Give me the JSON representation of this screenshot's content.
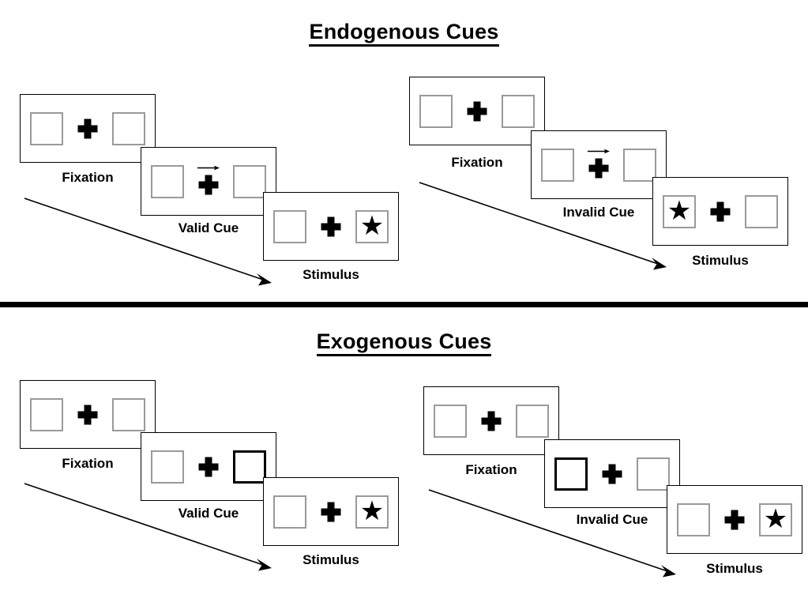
{
  "figure": {
    "title_endogenous": "Endogenous Cues",
    "title_exogenous": "Exogenous Cues"
  },
  "labels": {
    "fixation": "Fixation",
    "valid_cue": "Valid Cue",
    "invalid_cue": "Invalid Cue",
    "stimulus": "Stimulus"
  },
  "glyphs": {
    "star": "★",
    "plus": "plus-fixation-cross",
    "arrow": "rightward-arrow-cue",
    "flow": "time-flow-arrow"
  },
  "colors": {
    "ink": "#000000",
    "placeholder_box_border": "#9a9a9a",
    "cued_box_border": "#000000",
    "background": "#ffffff"
  },
  "sequences": [
    {
      "id": "endogenous-valid",
      "section": "Endogenous Cues",
      "cue_type": "endogenous",
      "validity": "valid",
      "frames": [
        {
          "name": "fixation",
          "label": "Fixation",
          "cue": "none",
          "arrow": false,
          "target": "none"
        },
        {
          "name": "valid-cue",
          "label": "Valid Cue",
          "cue": "arrow-right",
          "arrow": true,
          "target": "none"
        },
        {
          "name": "stimulus",
          "label": "Stimulus",
          "cue": "none",
          "arrow": false,
          "target": "right"
        }
      ]
    },
    {
      "id": "endogenous-invalid",
      "section": "Endogenous Cues",
      "cue_type": "endogenous",
      "validity": "invalid",
      "frames": [
        {
          "name": "fixation",
          "label": "Fixation",
          "cue": "none",
          "arrow": false,
          "target": "none"
        },
        {
          "name": "invalid-cue",
          "label": "Invalid Cue",
          "cue": "arrow-right",
          "arrow": true,
          "target": "none"
        },
        {
          "name": "stimulus",
          "label": "Stimulus",
          "cue": "none",
          "arrow": false,
          "target": "left"
        }
      ]
    },
    {
      "id": "exogenous-valid",
      "section": "Exogenous Cues",
      "cue_type": "exogenous",
      "validity": "valid",
      "frames": [
        {
          "name": "fixation",
          "label": "Fixation",
          "cue": "none",
          "arrow": false,
          "target": "none"
        },
        {
          "name": "valid-cue",
          "label": "Valid Cue",
          "cue": "box-right",
          "arrow": false,
          "target": "none"
        },
        {
          "name": "stimulus",
          "label": "Stimulus",
          "cue": "none",
          "arrow": false,
          "target": "right"
        }
      ]
    },
    {
      "id": "exogenous-invalid",
      "section": "Exogenous Cues",
      "cue_type": "exogenous",
      "validity": "invalid",
      "frames": [
        {
          "name": "fixation",
          "label": "Fixation",
          "cue": "none",
          "arrow": false,
          "target": "none"
        },
        {
          "name": "invalid-cue",
          "label": "Invalid Cue",
          "cue": "box-left",
          "arrow": false,
          "target": "none"
        },
        {
          "name": "stimulus",
          "label": "Stimulus",
          "cue": "none",
          "arrow": false,
          "target": "right"
        }
      ]
    }
  ]
}
